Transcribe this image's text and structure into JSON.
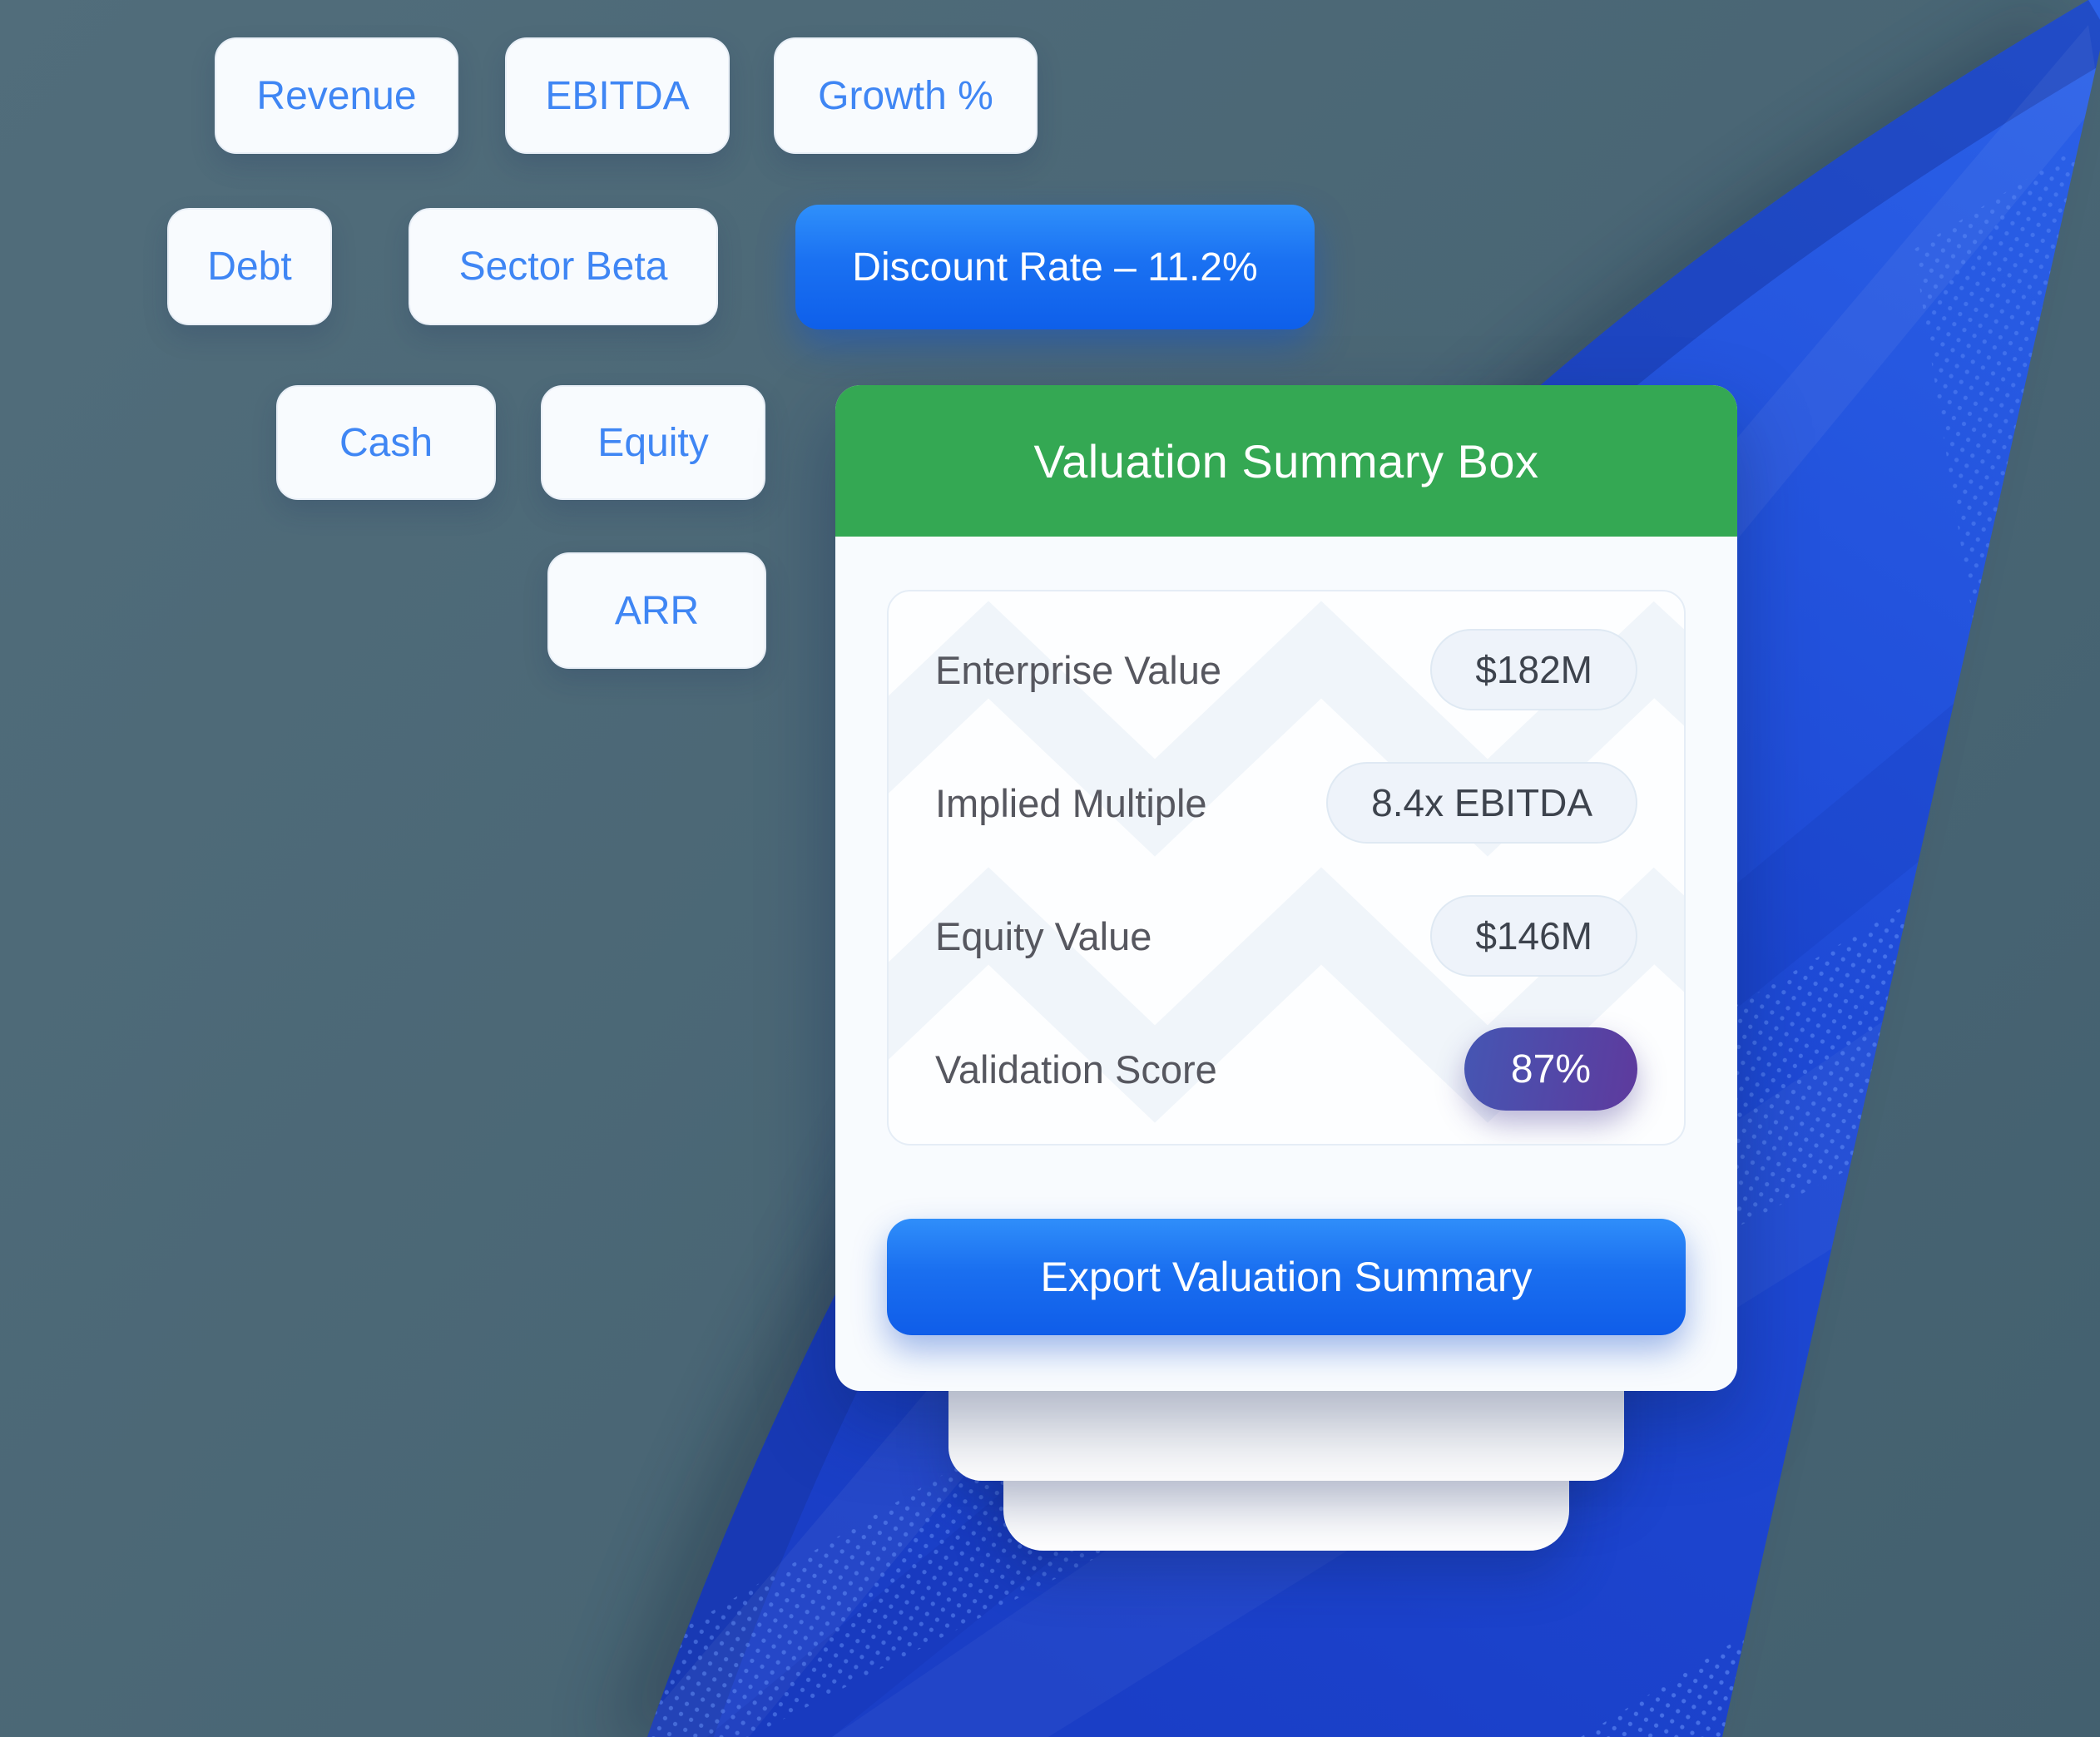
{
  "background": {
    "base_color": "#4b6473",
    "beam_top_color": "#2b61e8",
    "beam_bottom_color": "#1a3ec6"
  },
  "chips": [
    {
      "label": "Revenue",
      "active": false
    },
    {
      "label": "EBITDA",
      "active": false
    },
    {
      "label": "Growth %",
      "active": false
    },
    {
      "label": "Debt",
      "active": false
    },
    {
      "label": "Sector Beta",
      "active": false
    },
    {
      "label": "Discount Rate – 11.2%",
      "active": true
    },
    {
      "label": "Cash",
      "active": false
    },
    {
      "label": "Equity",
      "active": false
    },
    {
      "label": "ARR",
      "active": false
    }
  ],
  "chip_accent_color": "#3f86f4",
  "active_chip_gradient": [
    "#2f90fb",
    "#0e5fea"
  ],
  "card": {
    "title": "Valuation Summary Box",
    "header_color": "#34a853",
    "rows": [
      {
        "label": "Enterprise Value",
        "value": "$182M",
        "type": "pill"
      },
      {
        "label": "Implied Multiple",
        "value": "8.4x EBITDA",
        "type": "pill"
      },
      {
        "label": "Equity Value",
        "value": "$146M",
        "type": "pill"
      },
      {
        "label": "Validation Score",
        "value": "87%",
        "type": "badge"
      }
    ],
    "badge_gradient": [
      "#4556b3",
      "#5e3a9d"
    ],
    "export_button": {
      "label": "Export Valuation Summary",
      "gradient": [
        "#2f8efa",
        "#0f5de9"
      ]
    }
  }
}
